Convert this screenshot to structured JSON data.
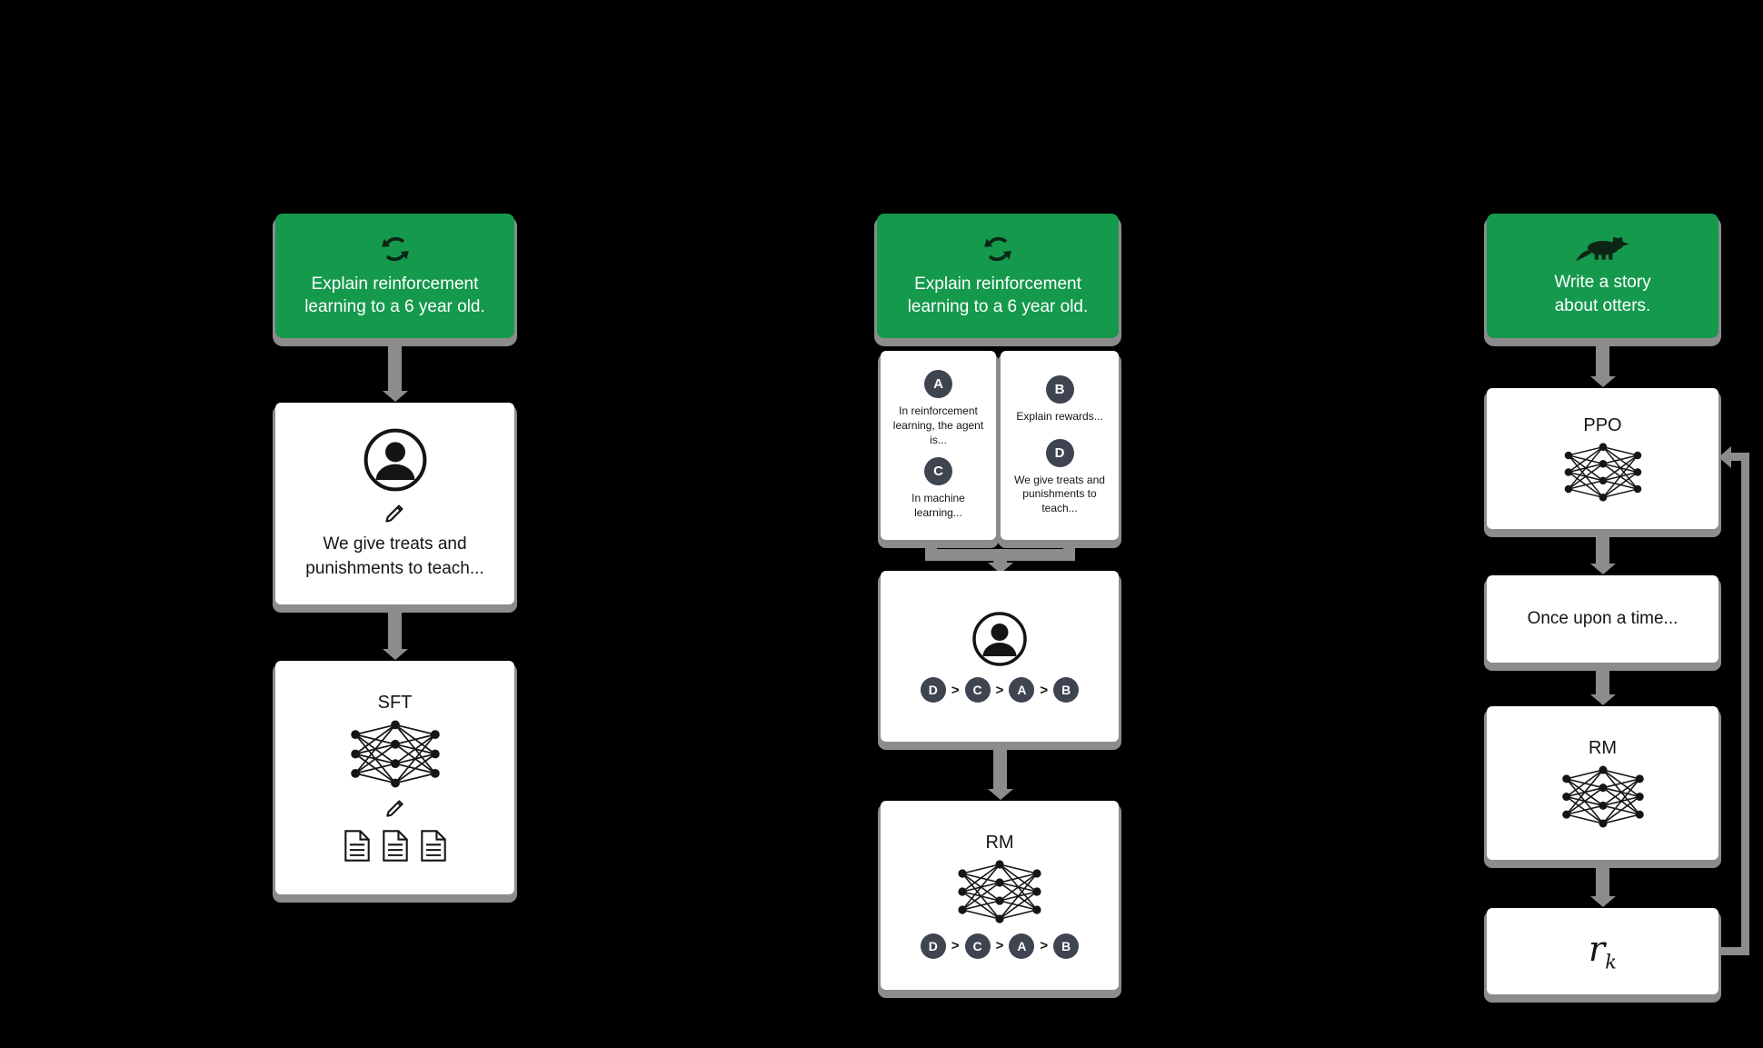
{
  "colors": {
    "background": "#000000",
    "green": "#15994d",
    "shadow": "#8c8c8c",
    "chip": "#3e4450"
  },
  "step1": {
    "prompt": "Explain reinforcement learning to a 6 year old.",
    "response": "We give treats and punishments to teach...",
    "model": "SFT"
  },
  "step2": {
    "prompt": "Explain reinforcement learning to a 6 year old.",
    "answers": [
      {
        "id": "A",
        "text": "In reinforcement learning, the agent is..."
      },
      {
        "id": "B",
        "text": "Explain rewards..."
      },
      {
        "id": "C",
        "text": "In machine learning..."
      },
      {
        "id": "D",
        "text": "We give treats and punishments to teach..."
      }
    ],
    "rank_sep": ">",
    "ranking": [
      "D",
      "C",
      "A",
      "B"
    ],
    "model": "RM"
  },
  "step3": {
    "prompt": "Write a story about otters.",
    "policy": "PPO",
    "output": "Once upon a time...",
    "model": "RM",
    "reward_symbol": "r",
    "reward_sub": "k"
  }
}
